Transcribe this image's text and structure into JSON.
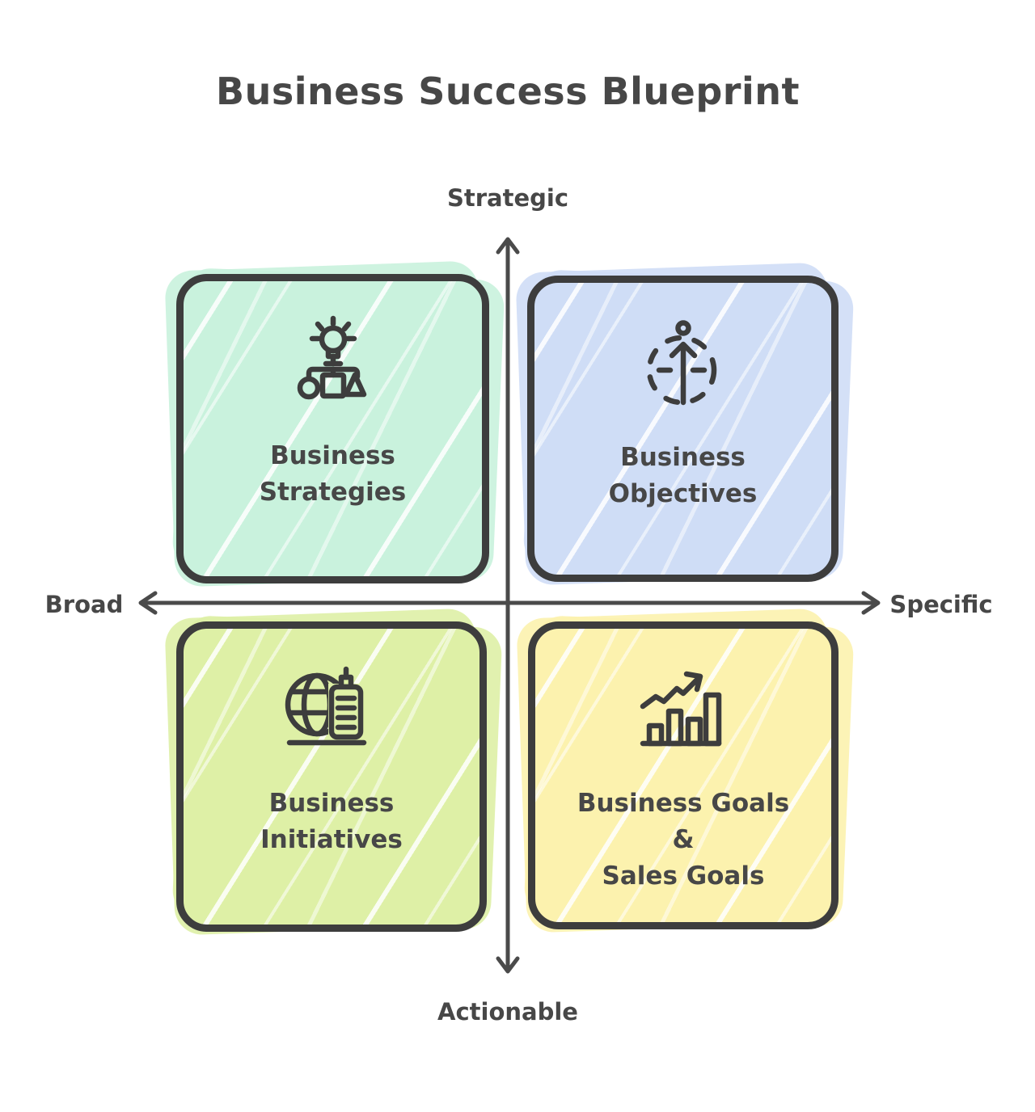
{
  "title": "Business Success Blueprint",
  "axes": {
    "vertical_top_label": "Strategic",
    "vertical_bottom_label": "Actionable",
    "horizontal_left_label": "Broad",
    "horizontal_right_label": "Specific"
  },
  "quadrants": {
    "top_left": {
      "label": "Business\nStrategies",
      "icon": "lightbulb-hierarchy-icon",
      "fill": "#c9f2dd"
    },
    "top_right": {
      "label": "Business\nObjectives",
      "icon": "arrow-up-goal-icon",
      "fill": "#cfddf6"
    },
    "bottom_left": {
      "label": "Business\nInitiatives",
      "icon": "globe-building-icon",
      "fill": "#def0a6"
    },
    "bottom_right": {
      "label": "Business Goals\n&\nSales Goals",
      "icon": "bar-chart-growth-icon",
      "fill": "#fcf2ae"
    }
  },
  "colors": {
    "text": "#474747",
    "stroke": "#3d3d3d",
    "axis_stroke": "#4a4a4a",
    "background": "#ffffff"
  }
}
